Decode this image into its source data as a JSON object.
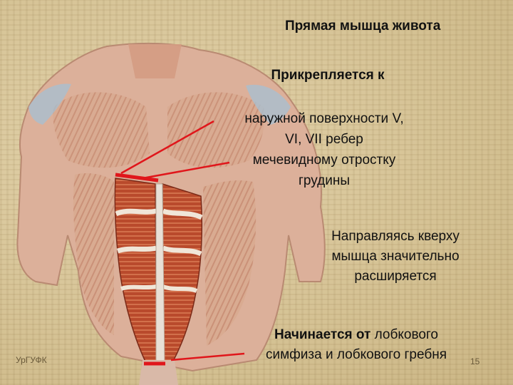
{
  "title": "Прямая мышца живота",
  "attachment": {
    "heading": "Прикрепляется к",
    "lines": [
      "наружной поверхности  V,",
      "VI, VII ребер",
      "мечевидному отростку",
      "грудины"
    ]
  },
  "direction": {
    "lines": [
      "Направляясь кверху",
      "мышца значительно",
      "расширяется"
    ]
  },
  "origin": {
    "bold": "Начинается от",
    "line1_rest": " лобкового",
    "line2": "симфиза и лобкового гребня"
  },
  "footer": {
    "org": "УрГУФК",
    "page": "15"
  },
  "colors": {
    "background": "#d7c49a",
    "muscle": "#b5452a",
    "pointer": "#e0161b",
    "text": "#111111"
  }
}
